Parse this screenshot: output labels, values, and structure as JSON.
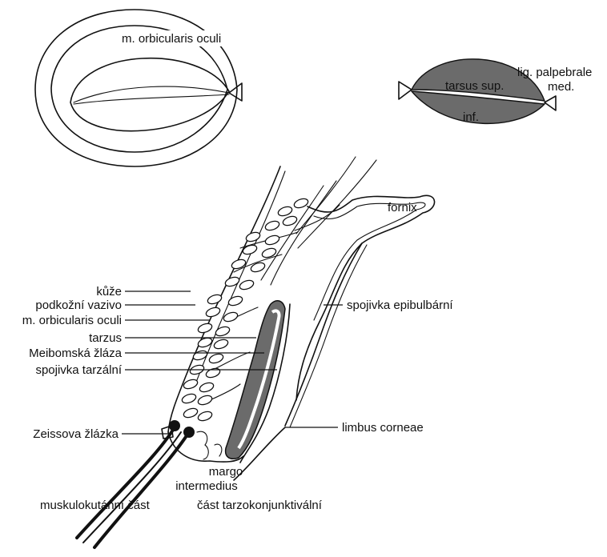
{
  "colors": {
    "ink": "#111111",
    "tarsus_fill": "#6b6b6b",
    "background": "#ffffff"
  },
  "labels": {
    "orbicularis_top": "m. orbicularis oculi",
    "tarsus_sup": "tarsus sup.",
    "tarsus_inf": "inf.",
    "lig_palpebrale_line1": "lig. palpebrale",
    "lig_palpebrale_line2": "med.",
    "fornix": "fornix",
    "kuze": "kůže",
    "podkozni_vazivo": "podkožní vazivo",
    "orbicularis_side": "m. orbicularis oculi",
    "tarzus": "tarzus",
    "meibomska": "Meibomská žláza",
    "spojivka_tarzalni": "spojivka tarzální",
    "spojivka_epibulbarni": "spojivka epibulbární",
    "limbus_corneae": "limbus corneae",
    "zeissova": "Zeissova žlázka",
    "margo_line1": "margo",
    "margo_line2": "intermedius",
    "muskulokutanni": "muskulokutánní část",
    "tarzokonjunktivalni": "část tarzokonjunktivální"
  }
}
